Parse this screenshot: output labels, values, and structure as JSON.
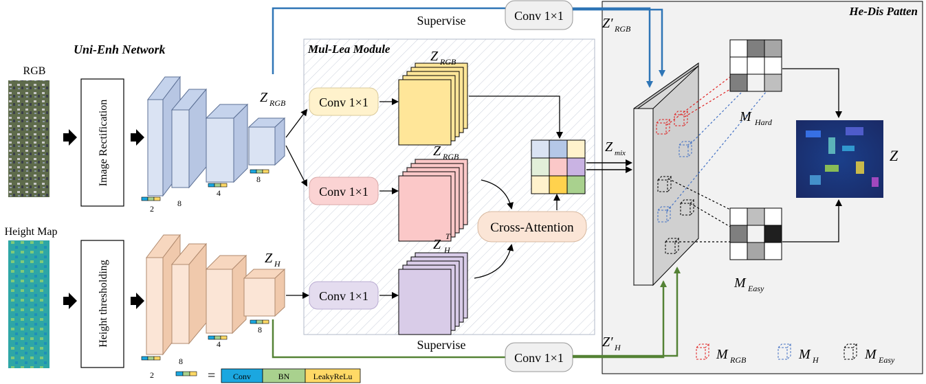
{
  "titles": {
    "uni_enh": "Uni-Enh Network",
    "mul_lea": "Mul-Lea Module",
    "he_dis": "He-Dis Patten"
  },
  "inputs": {
    "rgb": "RGB",
    "height": "Height Map"
  },
  "blocks": {
    "rectification": "Image Rectification",
    "thresholding": "Height thresholding",
    "conv_label": "Conv 1×1",
    "cross_attention": "Cross-Attention"
  },
  "annotations": {
    "supervise_top": "Supervise",
    "supervise_bottom": "Supervise",
    "encoder_sizes_rgb": [
      "2",
      "8",
      "4",
      "8"
    ],
    "encoder_sizes_height": [
      "2",
      "8",
      "4",
      "8"
    ]
  },
  "symbols": {
    "z_rgb_main": "Z",
    "z_rgb_sub": "RGB",
    "z_h_main": "Z",
    "z_h_sub": "H",
    "z_h_sup": "T",
    "z_mix_main": "Z",
    "z_mix_sub": "mix",
    "z_prime": "Z′",
    "z_final": "Z",
    "m_hard_main": "M",
    "m_hard_sub": "Hard",
    "m_easy_main": "M",
    "m_easy_sub": "Easy",
    "m_rgb_main": "M",
    "m_rgb_sub": "RGB",
    "m_h_main": "M",
    "m_h_sub": "H"
  },
  "legend": {
    "equals": "=",
    "conv": "Conv",
    "bn": "BN",
    "relu": "LeakyReLu"
  },
  "colors": {
    "blue_line": "#2E75B6",
    "green_line": "#548235",
    "rgb_block": "#DAE3F3",
    "height_block": "#FBE5D6",
    "conv_yellow": "#FFF2CC",
    "conv_pink": "#FBD3D3",
    "conv_purple": "#E4DCEF",
    "legend_conv": "#1BA7E0",
    "legend_bn": "#A9D18E",
    "legend_relu": "#FFD966"
  }
}
